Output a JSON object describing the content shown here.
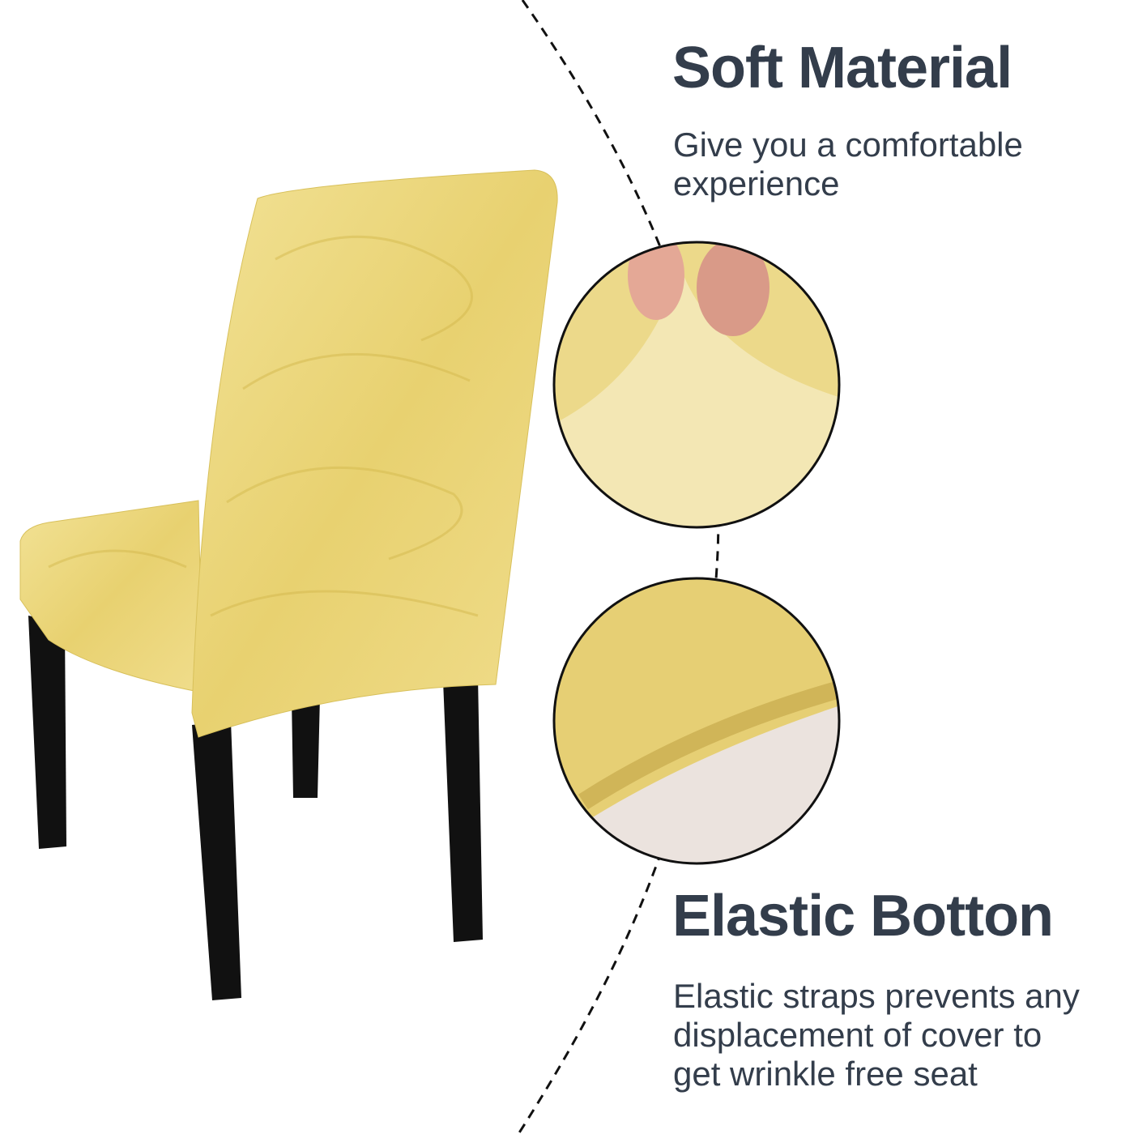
{
  "features": [
    {
      "title": "Soft Material",
      "description_lines": [
        "Give you a comfortable",
        "experience"
      ]
    },
    {
      "title": "Elastic Botton",
      "description_lines": [
        "Elastic straps prevents any",
        "displacement of cover to",
        "get wrinkle free seat"
      ]
    }
  ],
  "colors": {
    "text": "#333d4b",
    "fabric": "#ecd77a",
    "fabric_dark": "#d9bf55",
    "legs": "#111111"
  }
}
